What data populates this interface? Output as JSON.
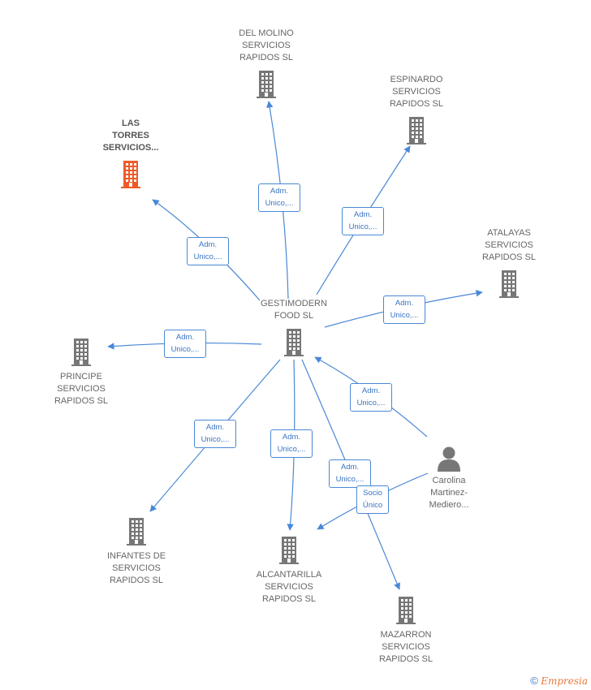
{
  "colors": {
    "edge": "#4a88d6",
    "building": "#777777",
    "building_highlight": "#f05a28",
    "person": "#777777"
  },
  "nodes": [
    {
      "id": "center",
      "label": "GESTIMODERN\nFOOD  SL",
      "icon": "building-icon"
    },
    {
      "id": "molino",
      "label": "DEL MOLINO\nSERVICIOS\nRAPIDOS SL",
      "icon": "building-icon"
    },
    {
      "id": "espinardo",
      "label": "ESPINARDO\nSERVICIOS\nRAPIDOS  SL",
      "icon": "building-icon"
    },
    {
      "id": "torres",
      "label": "LAS\nTORRES\nSERVICIOS...",
      "icon": "building-icon",
      "highlight": true
    },
    {
      "id": "atalayas",
      "label": "ATALAYAS\nSERVICIOS\nRAPIDOS  SL",
      "icon": "building-icon"
    },
    {
      "id": "principe",
      "label": "PRINCIPE\nSERVICIOS\nRAPIDOS  SL",
      "icon": "building-icon"
    },
    {
      "id": "infantes",
      "label": "INFANTES DE\nSERVICIOS\nRAPIDOS SL",
      "icon": "building-icon"
    },
    {
      "id": "alcantarilla",
      "label": "ALCANTARILLA\nSERVICIOS\nRAPIDOS SL",
      "icon": "building-icon"
    },
    {
      "id": "mazarron",
      "label": "MAZARRON\nSERVICIOS\nRAPIDOS  SL",
      "icon": "building-icon"
    },
    {
      "id": "carolina",
      "label": "Carolina\nMartinez-\nMediero...",
      "icon": "person-icon"
    }
  ],
  "edges": [
    {
      "from": "center",
      "to": "molino",
      "label": "Adm.\nUnico,..."
    },
    {
      "from": "center",
      "to": "espinardo",
      "label": "Adm.\nUnico,..."
    },
    {
      "from": "center",
      "to": "torres",
      "label": "Adm.\nUnico,..."
    },
    {
      "from": "center",
      "to": "atalayas",
      "label": "Adm.\nUnico,..."
    },
    {
      "from": "center",
      "to": "principe",
      "label": "Adm.\nUnico,..."
    },
    {
      "from": "center",
      "to": "infantes",
      "label": "Adm.\nUnico,..."
    },
    {
      "from": "center",
      "to": "alcantarilla",
      "label": "Adm.\nUnico,..."
    },
    {
      "from": "center",
      "to": "mazarron",
      "label": "Adm.\nUnico,..."
    },
    {
      "from": "carolina",
      "to": "center",
      "label": "Adm.\nUnico,..."
    },
    {
      "from": "carolina",
      "to": "alcantarilla",
      "label": "Socio\nÚnico"
    }
  ],
  "footer": {
    "copyright": "©",
    "brand": "Empresia"
  }
}
